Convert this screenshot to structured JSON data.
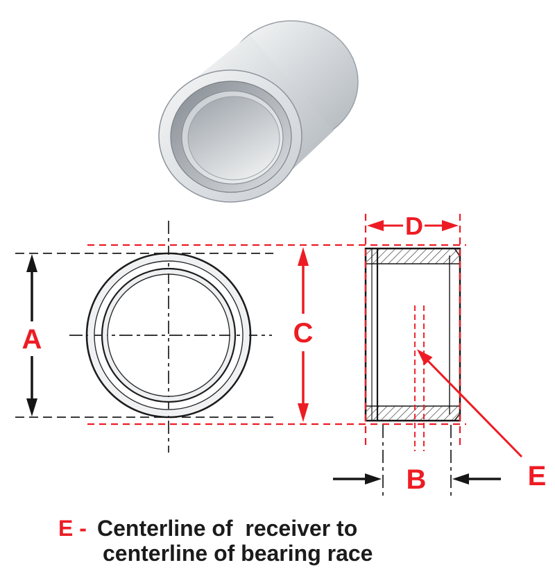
{
  "figure": {
    "labels": {
      "dim_a": "A",
      "dim_b": "B",
      "dim_c": "C",
      "dim_d": "D",
      "dim_e": "E"
    },
    "caption": {
      "key": "E -",
      "line1": "Centerline of  receiver to",
      "line2": "centerline of bearing race"
    },
    "colors": {
      "dimension_red": "#ed1c24",
      "drawing_black": "#1b1b1b",
      "metal_light": "#f4f5f6",
      "metal_dark": "#9aa1a8"
    }
  }
}
